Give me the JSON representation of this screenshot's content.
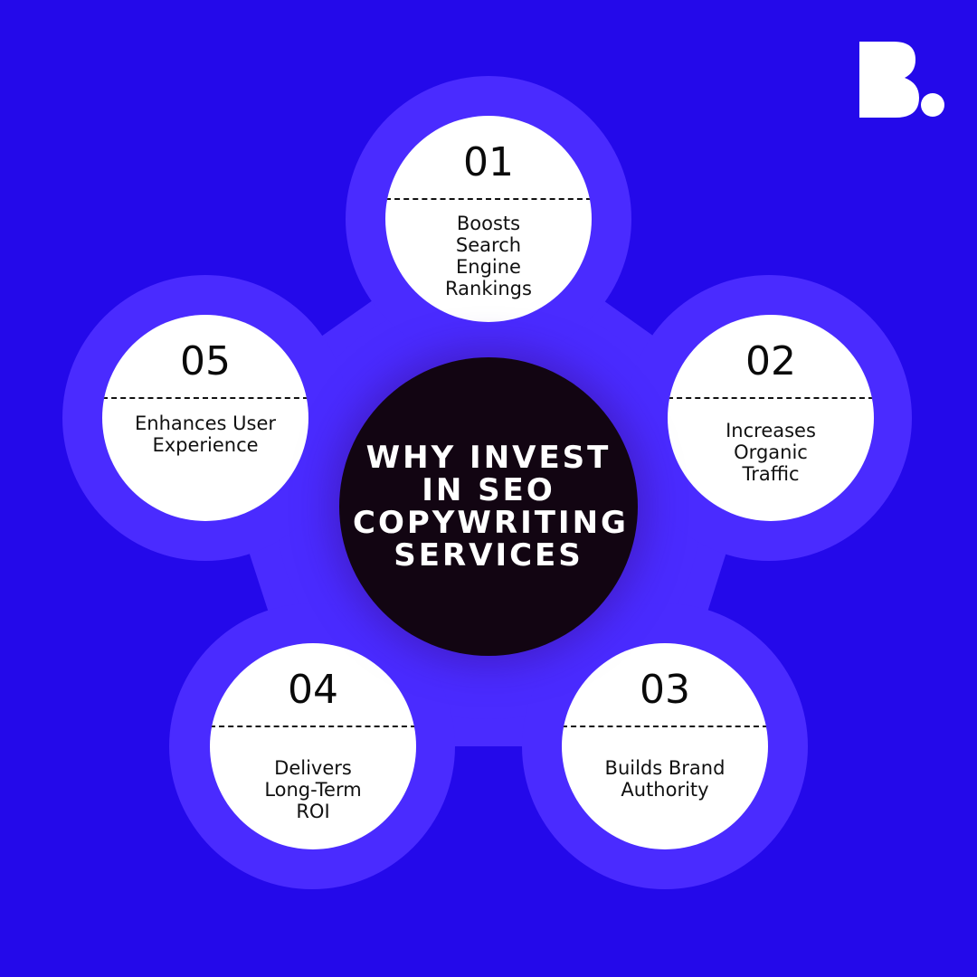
{
  "colors": {
    "background": "#2409ea",
    "halo": "#4a2bff",
    "node_fill": "#ffffff",
    "center_fill": "#120512",
    "logo": "#ffffff"
  },
  "logo": {
    "icon": "brand-b-logo",
    "text": "B."
  },
  "center": {
    "title": "WHY INVEST IN SEO COPYWRITING SERVICES"
  },
  "nodes": [
    {
      "number": "01",
      "label": "Boosts Search Engine Rankings"
    },
    {
      "number": "02",
      "label": "Increases Organic Traffic"
    },
    {
      "number": "03",
      "label": "Builds Brand Authority"
    },
    {
      "number": "04",
      "label": "Delivers Long-Term ROI"
    },
    {
      "number": "05",
      "label": "Enhances User Experience"
    }
  ]
}
